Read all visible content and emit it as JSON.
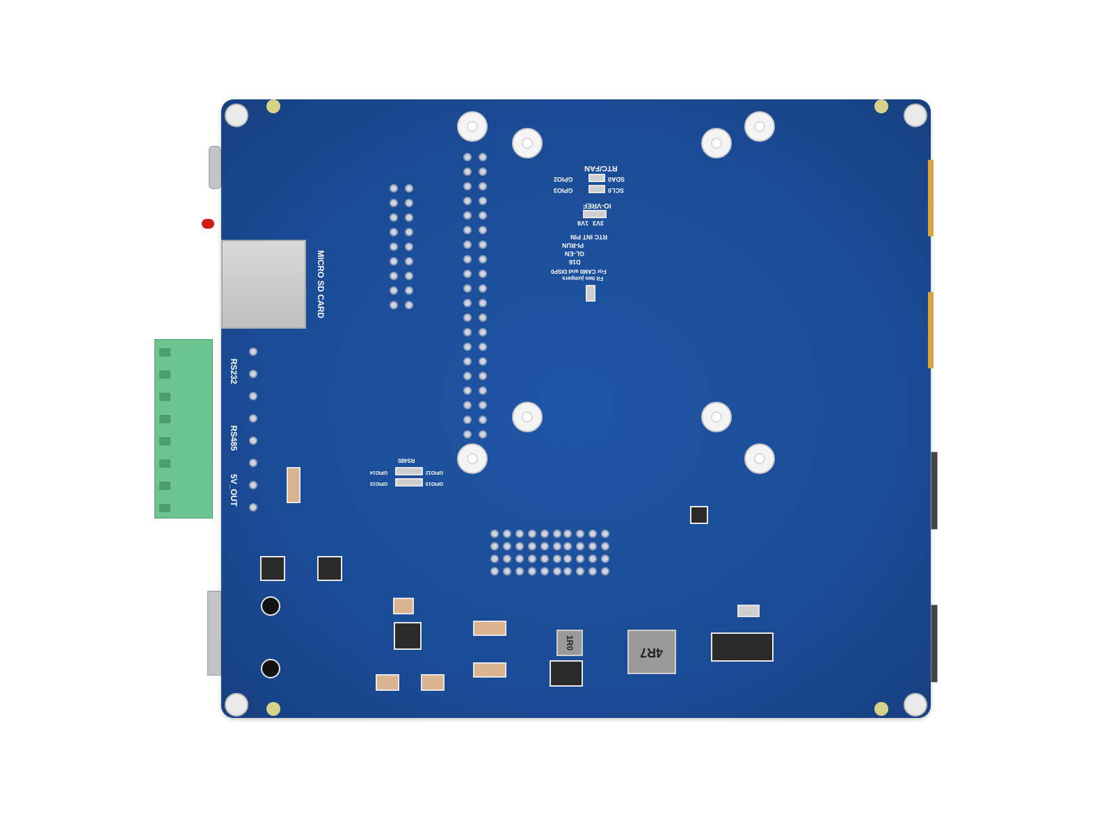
{
  "image": {
    "subject": "PCB expansion board, bottom view",
    "background_color": "#ffffff",
    "board_color": "#1d4f9a"
  },
  "silkscreen": {
    "micro_sd": "MICRO SD CARD",
    "rs232": "RS232",
    "rs485": "RS485",
    "five_v_out": "5V_OUT",
    "rtc_fan": "RTC/FAN",
    "gpio2": "GPIO2",
    "sda0": "SDA0",
    "gpio3": "GPIO3",
    "scl0": "SCL0",
    "io_vref": "IO-VREF",
    "v3v3": "3V3",
    "v1v8": "1V8",
    "rtc_int_pin": "RTC INT PIN",
    "pi_run": "PI-RUN",
    "gl_en": "GL-EN",
    "d16": "D16",
    "cam_note_1": "Fit two jumpers",
    "cam_note_2": "For CAM0 and DISP0",
    "rs485_jumper": "RS485",
    "gpio12": "GPIO12",
    "gpio13": "GPIO13",
    "gpio14": "GPIO14",
    "gpio15": "GPIO15",
    "inductor_1r0": "1R0",
    "inductor_4r7": "4R7"
  }
}
